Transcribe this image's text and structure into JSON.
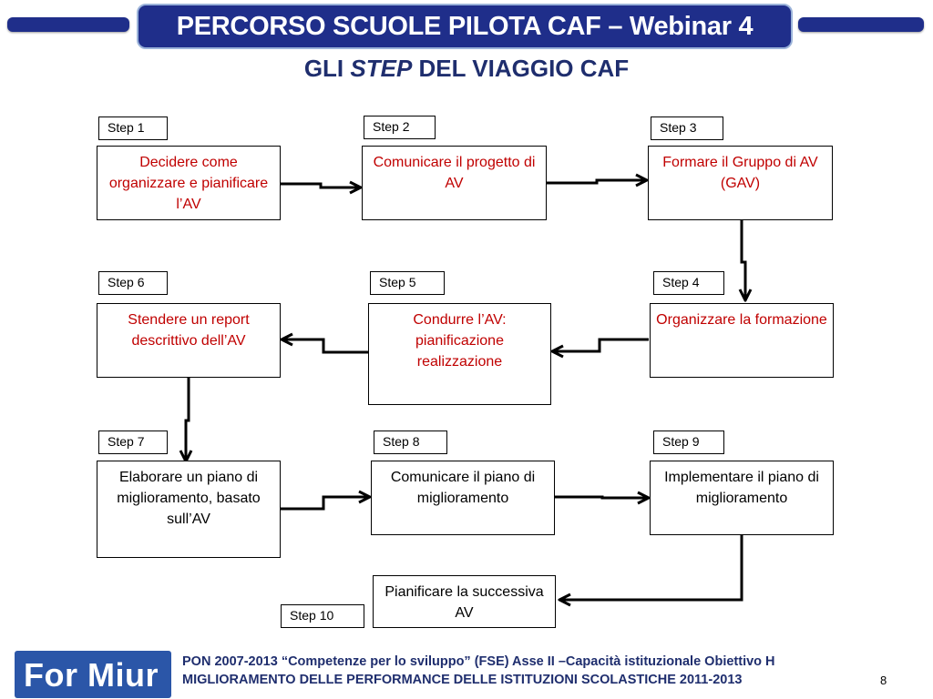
{
  "header": {
    "title": "PERCORSO SCUOLE PILOTA CAF – Webinar 4",
    "subtitle_pre": "GLI ",
    "subtitle_em": "STEP",
    "subtitle_post": " DEL VIAGGIO CAF"
  },
  "steps": [
    {
      "label": "Step 1",
      "text": "Decidere come organizzare e pianificare l’AV"
    },
    {
      "label": "Step 2",
      "text": "Comunicare il progetto di AV"
    },
    {
      "label": "Step 3",
      "text": "Formare il Gruppo di AV (GAV)"
    },
    {
      "label": "Step 4",
      "text": "Organizzare la formazione"
    },
    {
      "label": "Step 5",
      "text": "Condurre l’AV: pianificazione realizzazione"
    },
    {
      "label": "Step 6",
      "text": "Stendere un report descrittivo dell’AV"
    },
    {
      "label": "Step 7",
      "text": "Elaborare un piano di miglioramento, basato sull’AV"
    },
    {
      "label": "Step 8",
      "text": "Comunicare il piano di miglioramento"
    },
    {
      "label": "Step 9",
      "text": "Implementare il piano di miglioramento"
    },
    {
      "label": "Step 10",
      "text": "Pianificare la successiva AV"
    }
  ],
  "footer": {
    "logo": "For Miur",
    "line1": "PON 2007-2013 “Competenze per lo sviluppo” (FSE) Asse II –Capacità istituzionale  Obiettivo H",
    "line2": "MIGLIORAMENTO DELLE PERFORMANCE DELLE ISTITUZIONI SCOLASTICHE  2011-2013",
    "page_number": "8"
  },
  "colors": {
    "title_bg": "#1f2e8a",
    "subtitle": "#1f2e6e",
    "step_text_red": "#c00000",
    "step_text_black": "#000000"
  }
}
